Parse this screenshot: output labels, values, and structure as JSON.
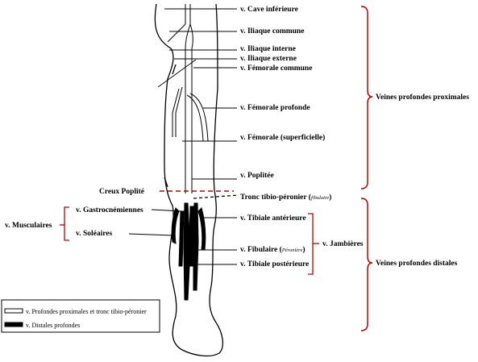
{
  "colors": {
    "accent_red": "#c00000",
    "ink": "#000000"
  },
  "labels": {
    "cave_inferieure": "v. Cave inférieure",
    "iliaque_commune": "v. Iliaque commune",
    "iliaque_interne": "v. Iliaque interne",
    "iliaque_externe": "v. Iliaque externe",
    "femorale_commune": "v. Fémorale commune",
    "femorale_profonde": "v. Fémorale profonde",
    "femorale_superficielle": "v. Fémorale (superficielle)",
    "poplitee": "v. Poplitée",
    "creux_poplite": "Creux Poplité",
    "tronc_tibio_peronier": "Tronc tibio-péronier (",
    "tronc_tibio_peronier_alt": "fibulaire",
    "tronc_close": ")",
    "gastrocnemiennes": "v. Gastrocnémiennes",
    "soleaires": "v. Soléaires",
    "musculaires": "v. Musculaires",
    "tibiale_anterieure": "v. Tibiale antérieure",
    "fibulaire": "v. Fibulaire (",
    "fibulaire_alt": "Péronière",
    "fibulaire_close": ")",
    "tibiale_posterieure": "v. Tibiale postérieure",
    "jambieres": "v. Jambières",
    "veines_proximales": "Veines profondes proximales",
    "veines_distales": "Veines profondes distales"
  },
  "legend": {
    "proximal": "v. Profondes proximales et tronc tibio-péronier",
    "distal": "v. Distales profondes"
  }
}
